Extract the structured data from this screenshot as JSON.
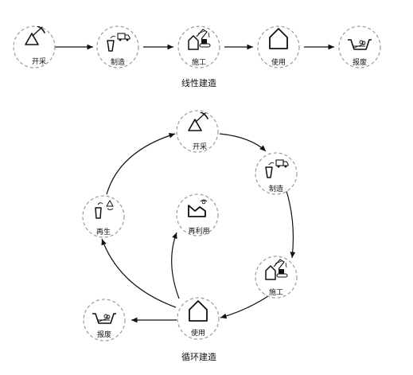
{
  "linear": {
    "title": "线性建造",
    "nodes": [
      {
        "label": "开采",
        "icon": "mining-icon"
      },
      {
        "label": "制造",
        "icon": "manufacturing-icon"
      },
      {
        "label": "施工",
        "icon": "construction-icon"
      },
      {
        "label": "使用",
        "icon": "building-icon"
      },
      {
        "label": "报废",
        "icon": "landfill-icon"
      }
    ]
  },
  "circular": {
    "title": "循环建造",
    "nodes": [
      {
        "label": "开采",
        "icon": "mining-icon"
      },
      {
        "label": "制造",
        "icon": "manufacturing-icon"
      },
      {
        "label": "施工",
        "icon": "construction-icon"
      },
      {
        "label": "使用",
        "icon": "building-icon"
      },
      {
        "label": "报废",
        "icon": "landfill-icon"
      },
      {
        "label": "再生",
        "icon": "recycling-icon"
      },
      {
        "label": "再利用",
        "icon": "reuse-icon"
      }
    ]
  }
}
